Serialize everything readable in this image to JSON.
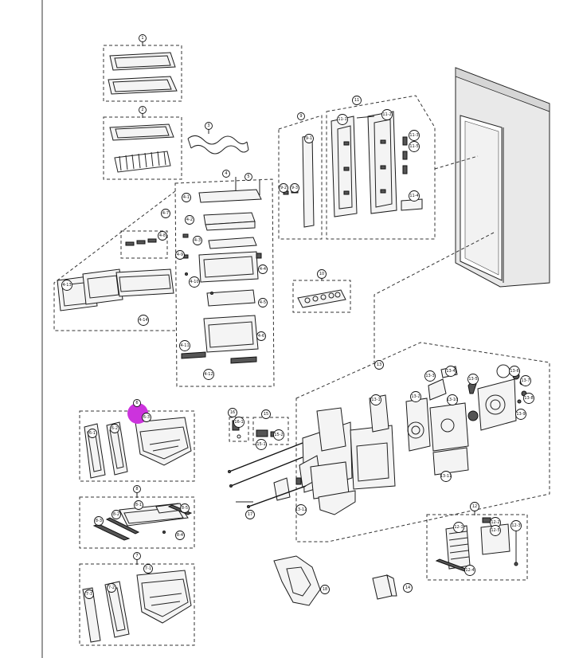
{
  "colors": {
    "line": "#222222",
    "fridge_fill": "#e9e9e9",
    "highlight": "#cc33dd"
  },
  "callouts": [
    {
      "id": "c1",
      "label": "1"
    },
    {
      "id": "c2",
      "label": "2"
    },
    {
      "id": "c3",
      "label": "3"
    },
    {
      "id": "c4",
      "label": "4"
    },
    {
      "id": "c5",
      "label": "5"
    },
    {
      "id": "c4a",
      "label": "4-1"
    },
    {
      "id": "c4b",
      "label": "4-2"
    },
    {
      "id": "c4c",
      "label": "4-3"
    },
    {
      "id": "c4d",
      "label": "4-4"
    },
    {
      "id": "c4e",
      "label": "4-5"
    },
    {
      "id": "c4f",
      "label": "4-6"
    },
    {
      "id": "c4g",
      "label": "4-7"
    },
    {
      "id": "c4h",
      "label": "4-8"
    },
    {
      "id": "c4i",
      "label": "4-9"
    },
    {
      "id": "c4j",
      "label": "4-10"
    },
    {
      "id": "c4k",
      "label": "4-11"
    },
    {
      "id": "c4l",
      "label": "4-12"
    },
    {
      "id": "c4m",
      "label": "4-13"
    },
    {
      "id": "c4n",
      "label": "4-14"
    },
    {
      "id": "c9",
      "label": "9"
    },
    {
      "id": "c9a",
      "label": "9-1"
    },
    {
      "id": "c9b",
      "label": "9-2"
    },
    {
      "id": "c9c",
      "label": "9-3"
    },
    {
      "id": "c11",
      "label": "11"
    },
    {
      "id": "c11a",
      "label": "11-1"
    },
    {
      "id": "c11b",
      "label": "11-2"
    },
    {
      "id": "c11c",
      "label": "11-3"
    },
    {
      "id": "c11d",
      "label": "11-4"
    },
    {
      "id": "c11e",
      "label": "11-5"
    },
    {
      "id": "c10",
      "label": "10"
    },
    {
      "id": "c13",
      "label": "13"
    },
    {
      "id": "c13a",
      "label": "13-1"
    },
    {
      "id": "c13b",
      "label": "13-2"
    },
    {
      "id": "c13c",
      "label": "13-3"
    },
    {
      "id": "c13d",
      "label": "13-4"
    },
    {
      "id": "c13e",
      "label": "13-5"
    },
    {
      "id": "c13f",
      "label": "13-6"
    },
    {
      "id": "c13g",
      "label": "13-7"
    },
    {
      "id": "c13h",
      "label": "13-8"
    },
    {
      "id": "c13i",
      "label": "13-9"
    },
    {
      "id": "c13j",
      "label": "13-10"
    },
    {
      "id": "c13k",
      "label": "13-11"
    },
    {
      "id": "c13l",
      "label": "13-12"
    },
    {
      "id": "c15",
      "label": "15"
    },
    {
      "id": "c15a",
      "label": "15-1"
    },
    {
      "id": "c15b",
      "label": "15-2"
    },
    {
      "id": "c16",
      "label": "16"
    },
    {
      "id": "c16a",
      "label": "16-1"
    },
    {
      "id": "c17",
      "label": "17"
    },
    {
      "id": "c6",
      "label": "6"
    },
    {
      "id": "c6a",
      "label": "6-1"
    },
    {
      "id": "c6b",
      "label": "6-2"
    },
    {
      "id": "c6c",
      "label": "6-3"
    },
    {
      "id": "c8",
      "label": "8"
    },
    {
      "id": "c8a",
      "label": "8-1"
    },
    {
      "id": "c8b",
      "label": "8-2"
    },
    {
      "id": "c8c",
      "label": "8-3"
    },
    {
      "id": "c8d",
      "label": "8-4"
    },
    {
      "id": "c8e",
      "label": "8-5"
    },
    {
      "id": "c7",
      "label": "7"
    },
    {
      "id": "c7a",
      "label": "7-1"
    },
    {
      "id": "c7b",
      "label": "7-2"
    },
    {
      "id": "c7c",
      "label": "7-3"
    },
    {
      "id": "c12",
      "label": "12"
    },
    {
      "id": "c12a",
      "label": "12-1"
    },
    {
      "id": "c12b",
      "label": "12-2"
    },
    {
      "id": "c12c",
      "label": "12-3"
    },
    {
      "id": "c12d",
      "label": "12-4"
    },
    {
      "id": "c12e",
      "label": "12-5"
    },
    {
      "id": "c18",
      "label": "18"
    },
    {
      "id": "c14",
      "label": "14"
    }
  ]
}
